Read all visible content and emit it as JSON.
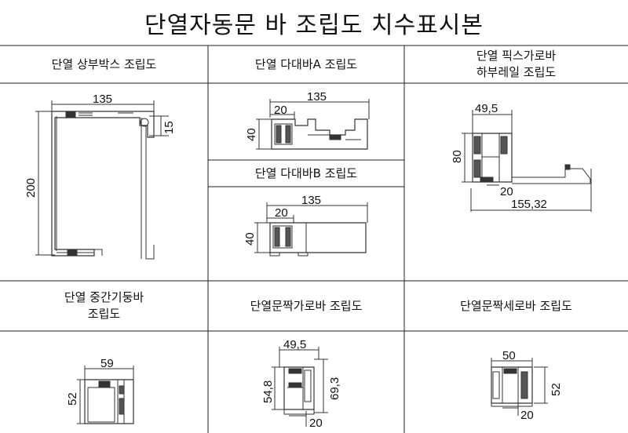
{
  "title": "단열자동문 바 조립도 치수표시본",
  "cells": {
    "top_box": {
      "header": "단열 상부박스 조립도",
      "dims": {
        "width": "135",
        "height": "200",
        "small": "15"
      }
    },
    "bar_a": {
      "header": "단열 다대바A 조립도",
      "dims": {
        "width": "135",
        "inner": "20",
        "height": "40"
      }
    },
    "bar_b": {
      "header": "단열 다대바B 조립도",
      "dims": {
        "width": "135",
        "inner": "20",
        "height": "40"
      }
    },
    "fix_bar": {
      "header_line1": "단열 픽스가로바",
      "header_line2": "하부레일 조립도",
      "dims": {
        "width": "49,5",
        "height": "80",
        "inner": "20",
        "total": "155,32"
      }
    },
    "mid_bar": {
      "header_line1": "단열 중간기둥바",
      "header_line2": "조립도",
      "dims": {
        "width": "59",
        "height": "52"
      }
    },
    "door_h": {
      "header": "단열문짝가로바 조립도",
      "dims": {
        "width": "49,5",
        "left": "54,8",
        "right": "69,3",
        "bottom": "20"
      }
    },
    "door_v": {
      "header": "단열문짝세로바 조립도",
      "dims": {
        "width": "50",
        "height": "52",
        "bottom": "20"
      }
    }
  }
}
